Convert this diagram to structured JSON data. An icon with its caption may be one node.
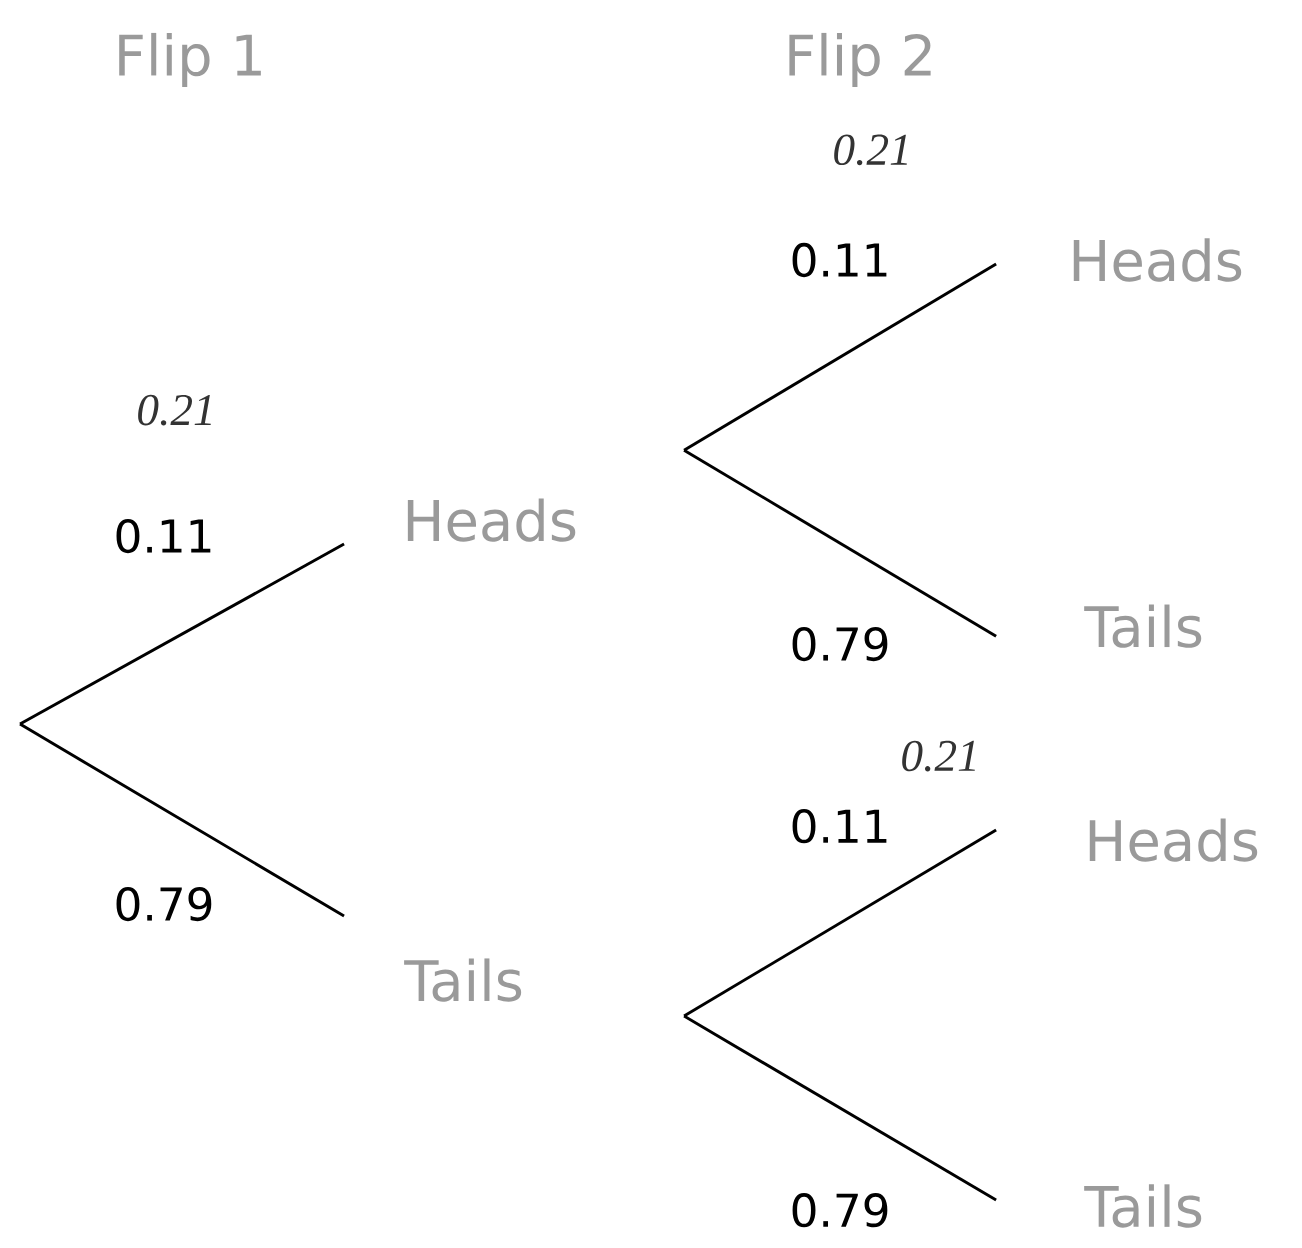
{
  "diagram": {
    "nodes": [
      {
        "text": [
          "Heads"
        ]
      },
      {
        "text": [
          "Tails"
        ]
      },
      {
        "text": [
          "Heads"
        ]
      },
      {
        "text": [
          "Tails"
        ]
      },
      {
        "text": [
          "Heads"
        ]
      },
      {
        "text": [
          "Tails"
        ]
      }
    ],
    "edges": [
      {
        "from": null,
        "to": 0,
        "arrow": "none",
        "label": "0.11"
      },
      {
        "from": null,
        "to": 1,
        "arrow": "none",
        "label": "0.79"
      },
      {
        "from": null,
        "to": 2,
        "arrow": "none",
        "label": "0.11"
      },
      {
        "from": null,
        "to": 3,
        "arrow": "none",
        "label": "0.79"
      },
      {
        "from": null,
        "to": 4,
        "arrow": "none",
        "label": "0.11"
      },
      {
        "from": null,
        "to": 5,
        "arrow": "none",
        "label": "0.79"
      }
    ],
    "labels": [
      "Flip 1",
      "Flip 2",
      "0.21",
      "0.21",
      "0.21"
    ]
  }
}
